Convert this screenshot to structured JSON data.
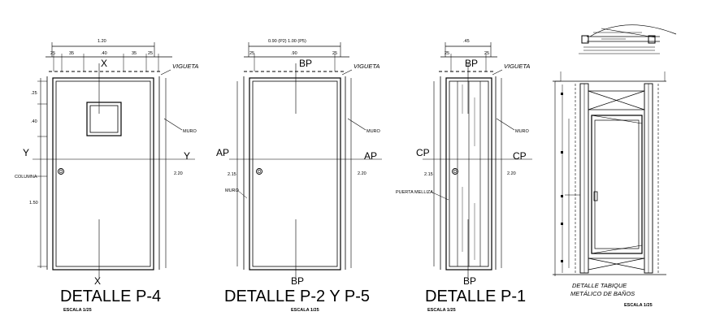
{
  "details": {
    "p4": {
      "title": "DETALLE  P-4",
      "scale": "ESCALA 1/25",
      "dim_total": "1.20",
      "dim_segments": [
        "25",
        "35",
        ".40",
        "35",
        "25"
      ],
      "vertical_dims": [
        ".25",
        ".40",
        "1.50"
      ],
      "height": "2.20",
      "section_marks": [
        "X",
        "X",
        "Y",
        "Y"
      ],
      "labels": {
        "vigueta": "VIGUETA",
        "muro": "MURO",
        "columna": "COLUMNA"
      }
    },
    "p2": {
      "title": "DETALLE  P-2 Y  P-5",
      "scale": "ESCALA 1/25",
      "dim_total": "0.90 (P2) 1.00 (P5)",
      "dim_segments": [
        "25",
        ".90",
        "25"
      ],
      "height_left": "2.15",
      "height": "2.20",
      "section_marks": [
        "BP",
        "BP",
        "AP",
        "AP"
      ],
      "labels": {
        "vigueta": "VIGUETA",
        "muro": "MURO",
        "muro_left": "MURO"
      }
    },
    "p1": {
      "title": "DETALLE  P-1",
      "scale": "ESCALA 1/25",
      "dim_total": ".45",
      "dim_segments": [
        "25",
        "25"
      ],
      "height_left": "2.15",
      "height": "2.20",
      "section_marks": [
        "BP",
        "BP",
        "CP",
        "CP"
      ],
      "labels": {
        "vigueta": "VIGUETA",
        "muro": "MURO",
        "puerta": "PUERTA MELLIZA"
      }
    },
    "tabique": {
      "title_line1": "DETALLE  TABIQUE",
      "title_line2": "METÁLICO DE BAÑOS",
      "scale": "ESCALA 1/25"
    }
  },
  "colors": {
    "line": "#000000",
    "background": "#ffffff"
  }
}
